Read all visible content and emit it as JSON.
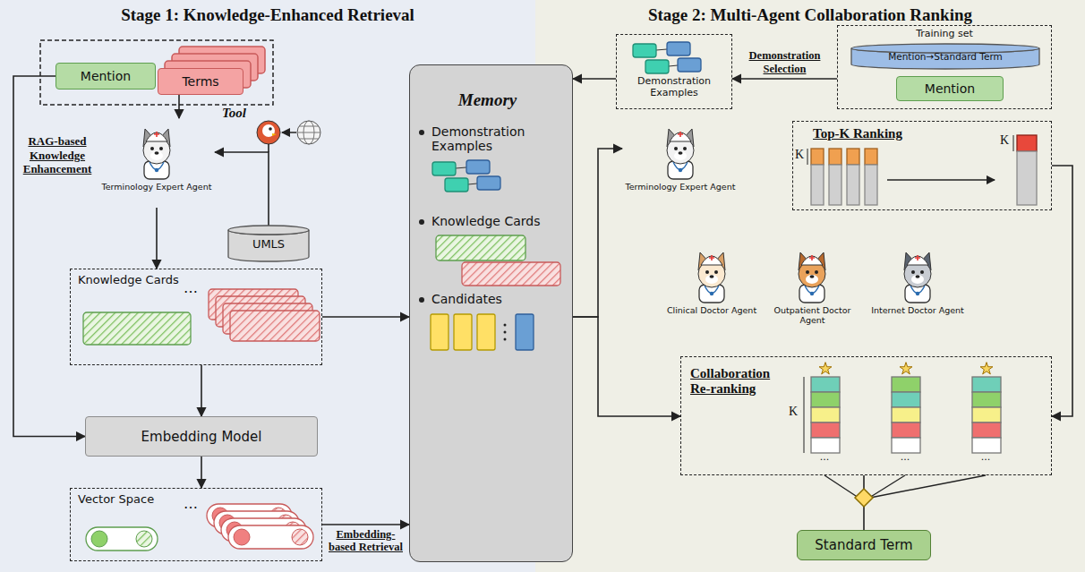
{
  "diagram": {
    "nodes": [
      {
        "text": [
          "Stage 1: Knowledge-Enhanced Retrieval"
        ]
      },
      {
        "text": [
          "Stage 2: Multi-Agent Collaboration Ranking"
        ]
      },
      {
        "text": [
          "Mention"
        ],
        "in": 0
      },
      {
        "text": [
          "Terms"
        ],
        "in": 0
      },
      {
        "text": [
          "Terminology Expert Agent"
        ],
        "in": 0
      },
      {
        "text": [
          "UMLS"
        ],
        "in": 0
      },
      {
        "text": [
          "Knowledge Cards"
        ],
        "in": 0
      },
      {
        "text": [
          "Embedding Model"
        ],
        "in": 0
      },
      {
        "text": [
          "Vector Space"
        ],
        "in": 0
      },
      {
        "text": [
          "Memory",
          "Demonstration Examples",
          "Knowledge Cards",
          "Candidates"
        ]
      },
      {
        "text": [
          "Demonstration Examples"
        ],
        "in": 1
      },
      {
        "text": [
          "Training set"
        ],
        "in": 1
      },
      {
        "text": [
          "Mention→Standard Term"
        ],
        "in": 11
      },
      {
        "text": [
          "Mention"
        ],
        "in": 11
      },
      {
        "text": [
          "Terminology Expert Agent"
        ],
        "in": 1
      },
      {
        "text": [
          "Top-K Ranking"
        ],
        "in": 1
      },
      {
        "text": [
          "Clinical Doctor Agent"
        ],
        "in": 1
      },
      {
        "text": [
          "Outpatient Doctor Agent"
        ],
        "in": 1
      },
      {
        "text": [
          "Internet Doctor Agent"
        ],
        "in": 1
      },
      {
        "text": [
          "Collaboration Re-ranking"
        ],
        "in": 1
      },
      {
        "text": [
          "Standard Term"
        ],
        "in": 1
      }
    ],
    "edges": [
      {
        "from": 2,
        "to": 7,
        "arrow": "to"
      },
      {
        "from": 3,
        "to": 4,
        "arrow": "to"
      },
      {
        "from": 5,
        "to": 4,
        "arrow": "to"
      },
      {
        "from": 4,
        "to": 6,
        "arrow": "to"
      },
      {
        "from": 6,
        "to": 9,
        "arrow": "to"
      },
      {
        "from": 6,
        "to": 7,
        "arrow": "to"
      },
      {
        "from": 7,
        "to": 8,
        "arrow": "to"
      },
      {
        "from": 8,
        "to": 9,
        "label": "Embedding-based Retrieval",
        "arrow": "to"
      },
      {
        "from": 11,
        "to": 10,
        "label": "Demonstration Selection",
        "arrow": "to"
      },
      {
        "from": 10,
        "to": 9,
        "arrow": "to"
      },
      {
        "from": 9,
        "to": 14,
        "arrow": "to"
      },
      {
        "from": 9,
        "to": 19,
        "arrow": "to"
      },
      {
        "from": 15,
        "to": 19,
        "arrow": "to"
      },
      {
        "from": 19,
        "to": 20,
        "arrow": "none"
      }
    ],
    "labels": [
      "Tool",
      "RAG-based Knowledge Enhancement",
      "…",
      "…",
      "K",
      "K",
      "K",
      "...",
      "...",
      "..."
    ]
  }
}
